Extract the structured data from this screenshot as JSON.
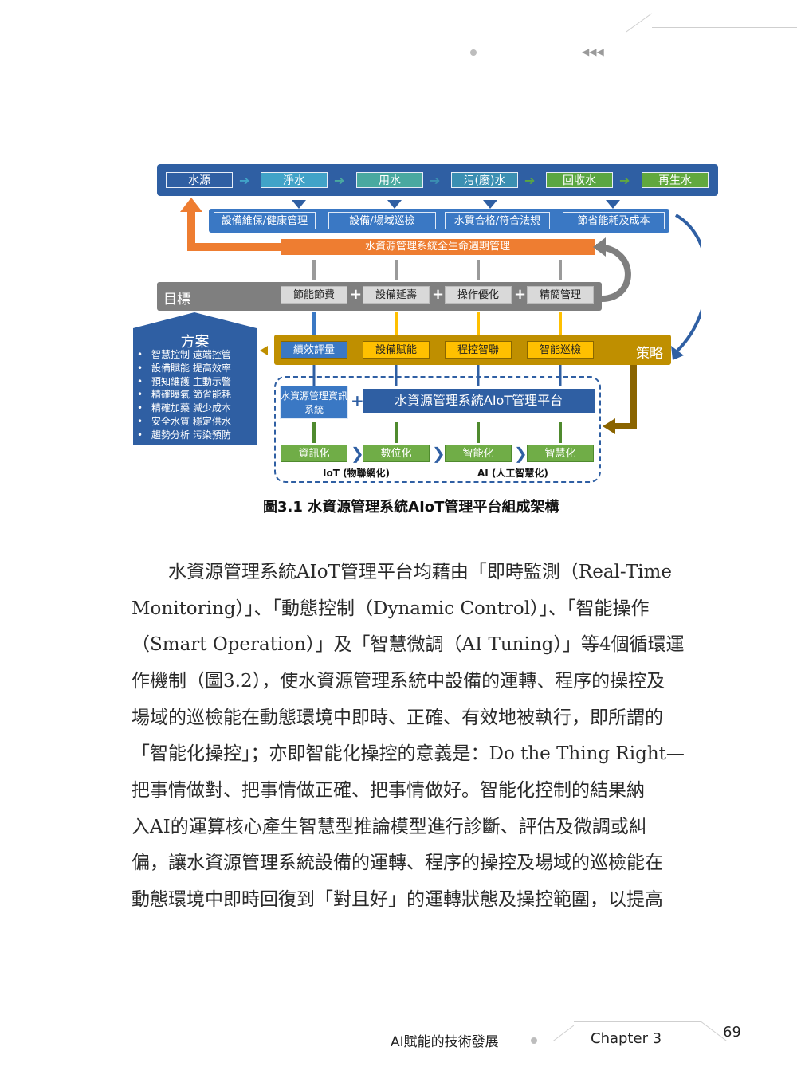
{
  "figure": {
    "flow": [
      "水源",
      "淨水",
      "用水",
      "污(廢)水",
      "回收水",
      "再生水"
    ],
    "management": [
      "設備維保/健康管理",
      "設備/場域巡檢",
      "水質合格/符合法規",
      "節省能耗及成本"
    ],
    "lifecycle": "水資源管理系統全生命週期管理",
    "goal_label": "目標",
    "goals": [
      "節能節費",
      "設備延壽",
      "操作優化",
      "精簡管理"
    ],
    "plan_title": "方案",
    "plans": [
      "智慧控制 遠端控管",
      "設備賦能 提高效率",
      "預知維護 主動示警",
      "精確曝氣 節省能耗",
      "精確加藥 減少成本",
      "安全水質 穩定供水",
      "趨勢分析 污染預防"
    ],
    "strategy_label": "策略",
    "strategies": [
      "績效評量",
      "設備賦能",
      "程控智聯",
      "智能巡檢"
    ],
    "info_system": "水資源管理資訊系統",
    "platform": "水資源管理系統AIoT管理平台",
    "stages": [
      "資訊化",
      "數位化",
      "智能化",
      "智慧化"
    ],
    "iot_label": "IoT (物聯網化)",
    "ai_label": "AI (人工智慧化)",
    "caption": "圖3.1 水資源管理系統AIoT管理平台組成架構",
    "colors": {
      "blue": "#2f5fa3",
      "orange": "#ee7d31",
      "gray": "#7f7f7f",
      "gold": "#bf8f00",
      "green": "#70ad47"
    }
  },
  "body_lines": [
    "　　水資源管理系統AIoT管理平台均藉由「即時監測（Real-Time",
    "Monitoring）」、「動態控制（Dynamic Control）」、「智能操作",
    "（Smart Operation）」及「智慧微調（AI Tuning）」等4個循環運",
    "作機制（圖3.2），使水資源管理系統中設備的運轉、程序的操控及",
    "場域的巡檢能在動態環境中即時、正確、有效地被執行，即所謂的",
    "「智能化操控」；亦即智能化操控的意義是：Do the Thing Right—",
    "把事情做對、把事情做正確、把事情做好。智能化控制的結果納",
    "入AI的運算核心產生智慧型推論模型進行診斷、評估及微調或糾",
    "偏，讓水資源管理系統設備的運轉、程序的操控及場域的巡檢能在",
    "動態環境中即時回復到「對且好」的運轉狀態及操控範圍，以提高"
  ],
  "footer": {
    "book_title": "AI賦能的技術發展",
    "chapter": "Chapter 3",
    "page": "69"
  }
}
